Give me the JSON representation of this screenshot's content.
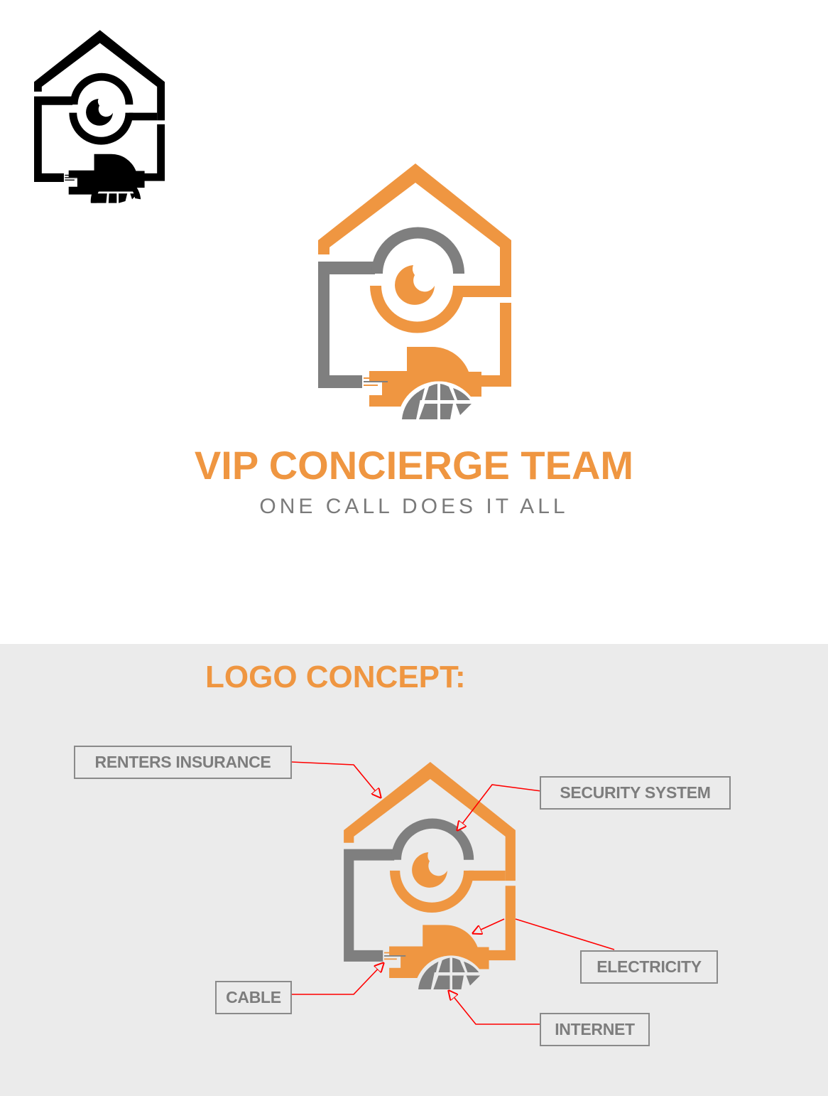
{
  "brand": {
    "name": "VIP CONCIERGE TEAM",
    "tagline": "ONE CALL DOES IT ALL"
  },
  "colors": {
    "orange": "#ef9641",
    "gray": "#7f7f7f",
    "black": "#222222",
    "panel_bg": "#ebebeb",
    "arrow_red": "#ff0000",
    "callout_border": "#8a8a8a"
  },
  "logos": [
    {
      "variant": "monochrome-black",
      "icon": "house-camera-plug-globe-icon"
    },
    {
      "variant": "color-main",
      "icon": "house-camera-plug-globe-icon"
    },
    {
      "variant": "color-concept",
      "icon": "house-camera-plug-globe-icon"
    }
  ],
  "concept": {
    "title": "LOGO CONCEPT:",
    "callouts": [
      {
        "label": "RENTERS INSURANCE",
        "points_to": "house roof"
      },
      {
        "label": "SECURITY SYSTEM",
        "points_to": "camera eye"
      },
      {
        "label": "ELECTRICITY",
        "points_to": "plug"
      },
      {
        "label": "CABLE",
        "points_to": "cable wires"
      },
      {
        "label": "INTERNET",
        "points_to": "globe"
      }
    ]
  }
}
